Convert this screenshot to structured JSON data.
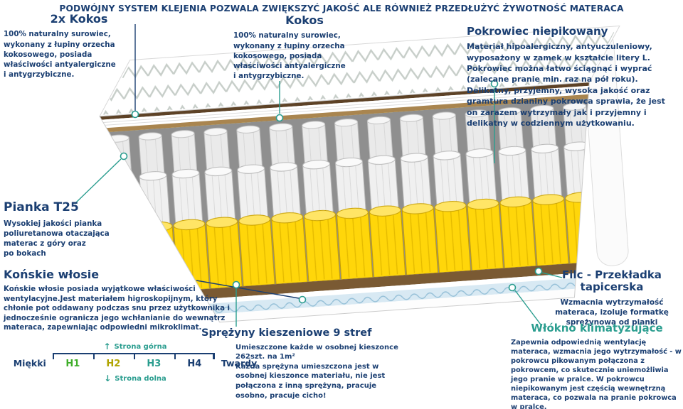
{
  "header": {
    "title": "PODWÓJNY SYSTEM KLEJENIA POZWALA ZWIĘKSZYĆ JAKOŚĆ ALE RÓWNIEŻ PRZEDŁUŻYĆ ŻYWOTNOŚĆ MATERACA"
  },
  "annotations": {
    "kokos2x": {
      "heading": "2x Kokos",
      "body": "100% naturalny surowiec,\nwykonany z łupiny orzecha\nkokosowego, posiada\nwłaściwości antyalergiczne\ni antygrzybiczne."
    },
    "kokos": {
      "heading": "Kokos",
      "body": "100% naturalny surowiec,\nwykonany z łupiny orzecha\nkokosowego, posiada\nwłaściwości antyalergiczne\ni antygrzybiczne."
    },
    "pokrowiec": {
      "heading": "Pokrowiec niepikowany",
      "body": "Materiał hipoalergiczny, antyuczuleniowy, wyposażony w zamek w kształcie litery L. Pokrowiec można łatwo ściągnąć i wyprać (zalecane pranie min. raz na pół roku). Delikatny, przyjemny, wysoka jakość oraz gramtura dzianiny pokrowca sprawia, że jest on zarazem wytrzymały jak i przyjemny i delikatny w codziennym użytkowaniu."
    },
    "pianka": {
      "heading": "Pianka T25",
      "body": "Wysokiej jakości pianka\npoliuretanowa otaczająca\nmaterac z góry oraz\npo bokach"
    },
    "konskie": {
      "heading": "Końskie włosie",
      "body": "Końskie włosie posiada wyjątkowe właściwości wentylacyjne.Jest materiałem higroskopijnym, który chłonie pot oddawany podczas snu przez użytkownika i jednocześnie ogranicza jego wchłanianie do wewnątrz materaca, zapewniając odpowiedni mikroklimat."
    },
    "sprezyny": {
      "heading": "Sprężyny kieszeniowe 9 stref",
      "body": "Umieszczone każde w osobnej kieszonce\n262szt. na 1m²\nKażda sprężyna umieszczona jest w\nosobnej kieszonce materiału, nie jest\npołączona z inną sprężyną, pracuje\nosobno, pracuje cicho!"
    },
    "filc": {
      "heading": "Filc - Przekładka tapicerska",
      "body": "Wzmacnia wytrzymałość\nmateraca, izoluje formatkę\nsprężynową od pianki"
    },
    "wlokno": {
      "heading": "Włókno klimatyzujące",
      "body": "Zapewnia odpowiednią wentylację materaca, wzmacnia jego wytrzymałość - w pokrowcu pikowanym połączona z pokrowcem, co skutecznie uniemożliwia jego pranie w pralce. W pokrowcu niepikowanym jest częścią wewnętrzną materaca, co pozwala na pranie pokrowca w pralce."
    }
  },
  "scale": {
    "top_label": "Strona górna",
    "bottom_label": "Strona dolna",
    "soft_label": "Miękki",
    "hard_label": "Twardy",
    "levels": [
      {
        "label": "H1",
        "color": "#3fae2a"
      },
      {
        "label": "H2",
        "color": "#b0a400"
      },
      {
        "label": "H3",
        "color": "#2a9d8f"
      },
      {
        "label": "H4",
        "color": "#1b3f72"
      }
    ]
  },
  "icons": {
    "arrow_up": "↑",
    "arrow_down": "↓"
  },
  "colors": {
    "navy": "#1b3f72",
    "teal": "#2a9d8f",
    "spring_yellow": "#ffd60a",
    "kokos_brown": "#5d4226",
    "tan": "#a9854f",
    "felt_brown": "#7a5a33",
    "climate_blue": "#d8e9f3"
  }
}
